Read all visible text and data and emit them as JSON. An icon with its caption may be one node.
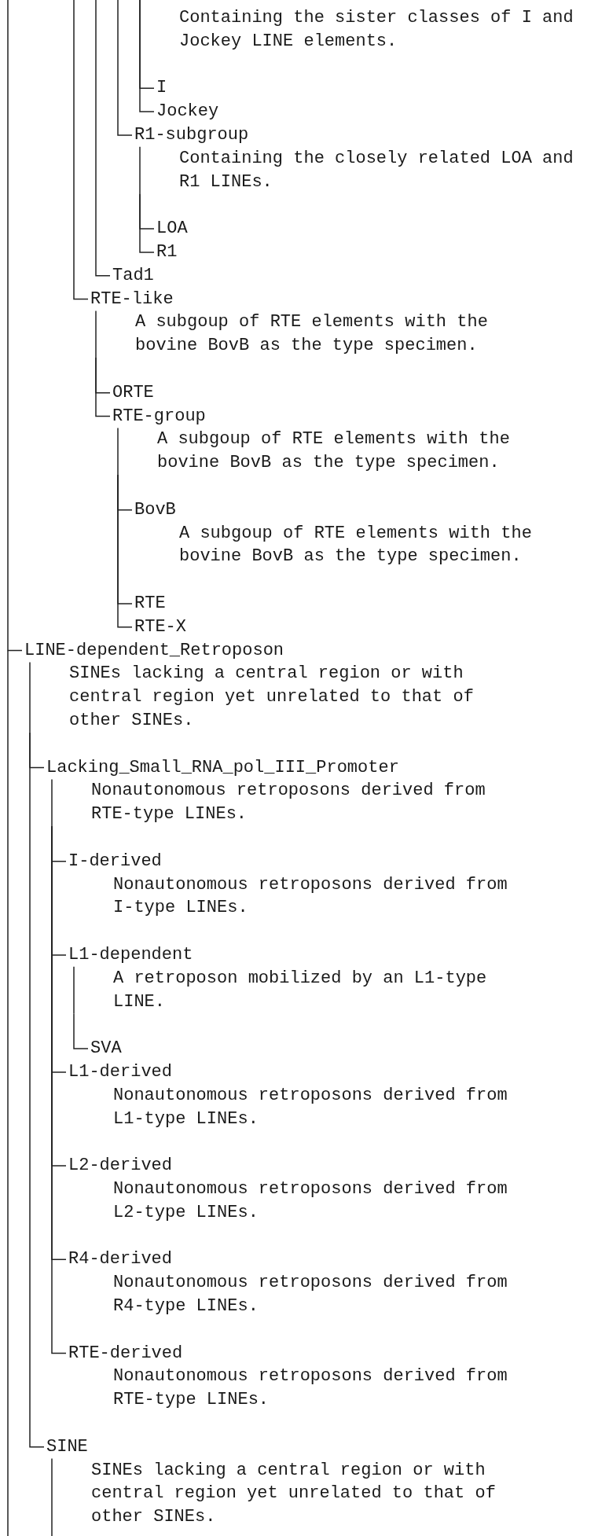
{
  "diagram": {
    "nodes": [
      {
        "text": [
          "I"
        ]
      },
      {
        "text": [
          "Jockey"
        ]
      },
      {
        "text": [
          "R1-subgroup",
          "Containing the closely related LOA and R1 LINEs."
        ]
      },
      {
        "text": [
          "LOA"
        ]
      },
      {
        "text": [
          "R1"
        ]
      },
      {
        "text": [
          "Tad1"
        ]
      },
      {
        "text": [
          "RTE-like",
          "A subgoup of RTE elements with the bovine BovB as the type specimen."
        ]
      },
      {
        "text": [
          "ORTE"
        ]
      },
      {
        "text": [
          "RTE-group",
          "A subgoup of RTE elements with the bovine BovB as the type specimen."
        ]
      },
      {
        "text": [
          "BovB",
          "A subgoup of RTE elements with the bovine BovB as the type specimen."
        ]
      },
      {
        "text": [
          "RTE"
        ]
      },
      {
        "text": [
          "RTE-X"
        ]
      },
      {
        "text": [
          "LINE-dependent_Retroposon",
          "SINEs lacking a central region or with central region yet unrelated to that of other SINEs."
        ]
      },
      {
        "text": [
          "Lacking_Small_RNA_pol_III_Promoter",
          "Nonautonomous retroposons derived from RTE-type LINEs."
        ]
      },
      {
        "text": [
          "I-derived",
          "Nonautonomous retroposons derived from I-type LINEs."
        ]
      },
      {
        "text": [
          "L1-dependent",
          "A retroposon mobilized by an L1-type LINE."
        ]
      },
      {
        "text": [
          "SVA"
        ]
      },
      {
        "text": [
          "L1-derived",
          "Nonautonomous retroposons derived from L1-type LINEs."
        ]
      },
      {
        "text": [
          "L2-derived",
          "Nonautonomous retroposons derived from L2-type LINEs."
        ]
      },
      {
        "text": [
          "R4-derived",
          "Nonautonomous retroposons derived from R4-type LINEs."
        ]
      },
      {
        "text": [
          "RTE-derived",
          "Nonautonomous retroposons derived from RTE-type LINEs."
        ]
      },
      {
        "text": [
          "SINE",
          "SINEs lacking a central region or with central region yet unrelated to that of other SINEs."
        ]
      }
    ],
    "edges": [
      {
        "from": null,
        "to": 0,
        "arrow": "none"
      },
      {
        "from": null,
        "to": 1,
        "arrow": "none"
      },
      {
        "from": null,
        "to": 2,
        "arrow": "none"
      },
      {
        "from": 2,
        "to": 3,
        "arrow": "none"
      },
      {
        "from": 2,
        "to": 4,
        "arrow": "none"
      },
      {
        "from": null,
        "to": 5,
        "arrow": "none"
      },
      {
        "from": null,
        "to": 6,
        "arrow": "none"
      },
      {
        "from": 6,
        "to": 7,
        "arrow": "none"
      },
      {
        "from": 6,
        "to": 8,
        "arrow": "none"
      },
      {
        "from": 8,
        "to": 9,
        "arrow": "none"
      },
      {
        "from": 8,
        "to": 10,
        "arrow": "none"
      },
      {
        "from": 8,
        "to": 11,
        "arrow": "none"
      },
      {
        "from": null,
        "to": 12,
        "arrow": "none"
      },
      {
        "from": 12,
        "to": 13,
        "arrow": "none"
      },
      {
        "from": 12,
        "to": 21,
        "arrow": "none"
      },
      {
        "from": 13,
        "to": 14,
        "arrow": "none"
      },
      {
        "from": 13,
        "to": 15,
        "arrow": "none"
      },
      {
        "from": 15,
        "to": 16,
        "arrow": "none"
      },
      {
        "from": 13,
        "to": 17,
        "arrow": "none"
      },
      {
        "from": 13,
        "to": 18,
        "arrow": "none"
      },
      {
        "from": 13,
        "to": 19,
        "arrow": "none"
      },
      {
        "from": 13,
        "to": 20,
        "arrow": "none"
      }
    ],
    "labels": [
      "Containing the sister classes of I and Jockey LINE elements."
    ]
  }
}
